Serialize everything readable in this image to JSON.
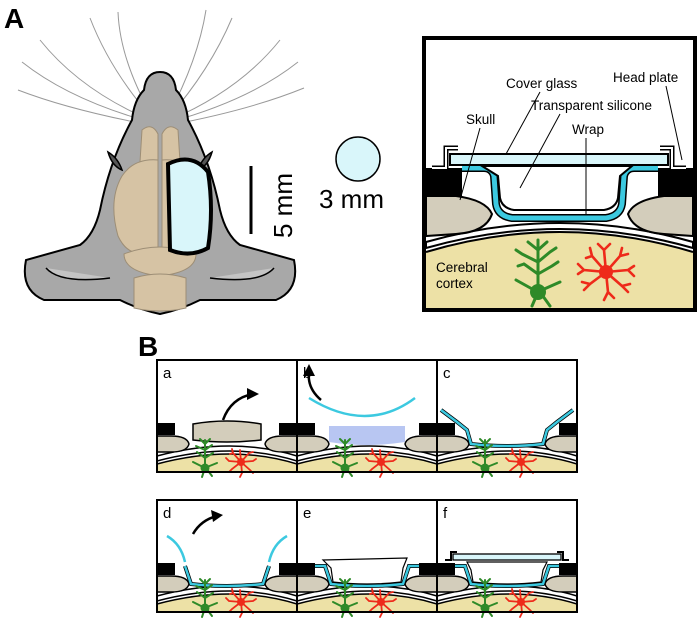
{
  "panels": {
    "A": "A",
    "B": "B"
  },
  "scale_bar": "5 mm",
  "window_size": "3 mm",
  "schematic_labels": {
    "head_plate": "Head plate",
    "cover_glass": "Cover glass",
    "transparent_silicone": "Transparent silicone",
    "skull": "Skull",
    "wrap": "Wrap",
    "cortex_line1": "Cerebral",
    "cortex_line2": "cortex"
  },
  "steps": [
    "a",
    "b",
    "c",
    "d",
    "e",
    "f"
  ],
  "colors": {
    "skin": "#a8a8a8",
    "brain": "#d6c3a4",
    "window": "#d9f6fa",
    "wrap": "#3cc9e0",
    "cortex": "#ede1a6",
    "bone": "#d3cdbb",
    "neuron": "#2e8a28",
    "glia": "#ee2a1a",
    "fluid": "#b8c6f2"
  }
}
